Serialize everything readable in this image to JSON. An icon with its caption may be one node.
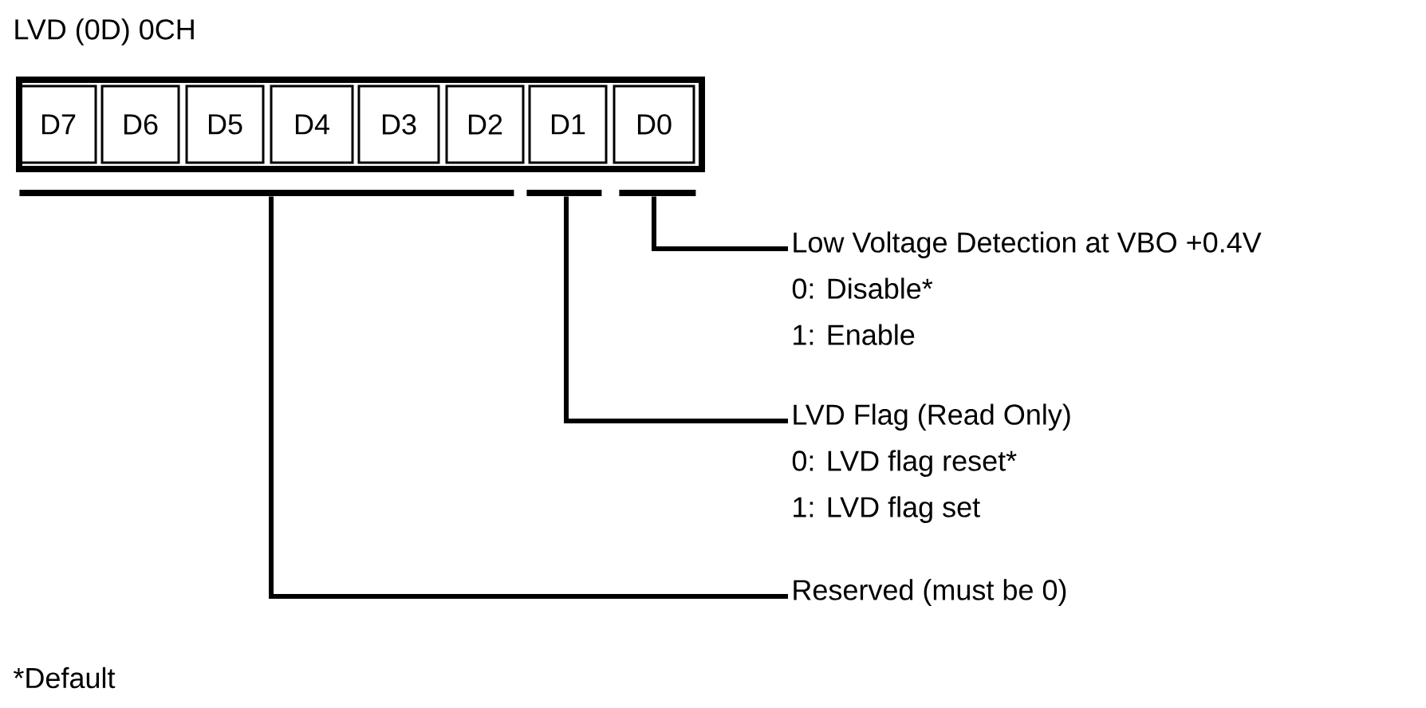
{
  "diagram": {
    "title": "LVD (0D) 0CH",
    "nodes": [
      {
        "text": [],
        "shape": "box"
      },
      {
        "text": [
          "D7"
        ],
        "in": 0
      },
      {
        "text": [
          "D6"
        ],
        "in": 0
      },
      {
        "text": [
          "D5"
        ],
        "in": 0
      },
      {
        "text": [
          "D4"
        ],
        "in": 0
      },
      {
        "text": [
          "D3"
        ],
        "in": 0
      },
      {
        "text": [
          "D2"
        ],
        "in": 0
      },
      {
        "text": [
          "D1"
        ],
        "in": 0
      },
      {
        "text": [
          "D0"
        ],
        "in": 0
      },
      {
        "text": [],
        "shape": "bar"
      },
      {
        "text": [],
        "shape": "bar"
      },
      {
        "text": [],
        "shape": "bar"
      },
      {
        "text": [
          "Low Voltage Detection at VBO +0.4V",
          "0: Disable*",
          "1: Enable"
        ]
      },
      {
        "text": [
          "LVD Flag (Read Only)",
          "0: LVD flag reset*",
          "1: LVD flag set"
        ]
      },
      {
        "text": [
          "Reserved (must be 0)"
        ]
      }
    ],
    "edges": [
      {
        "from": 11,
        "to": 12,
        "arrow": "none"
      },
      {
        "from": 10,
        "to": 13,
        "arrow": "none"
      },
      {
        "from": 9,
        "to": 14,
        "arrow": "none"
      }
    ],
    "labels": [
      "*Default"
    ]
  }
}
